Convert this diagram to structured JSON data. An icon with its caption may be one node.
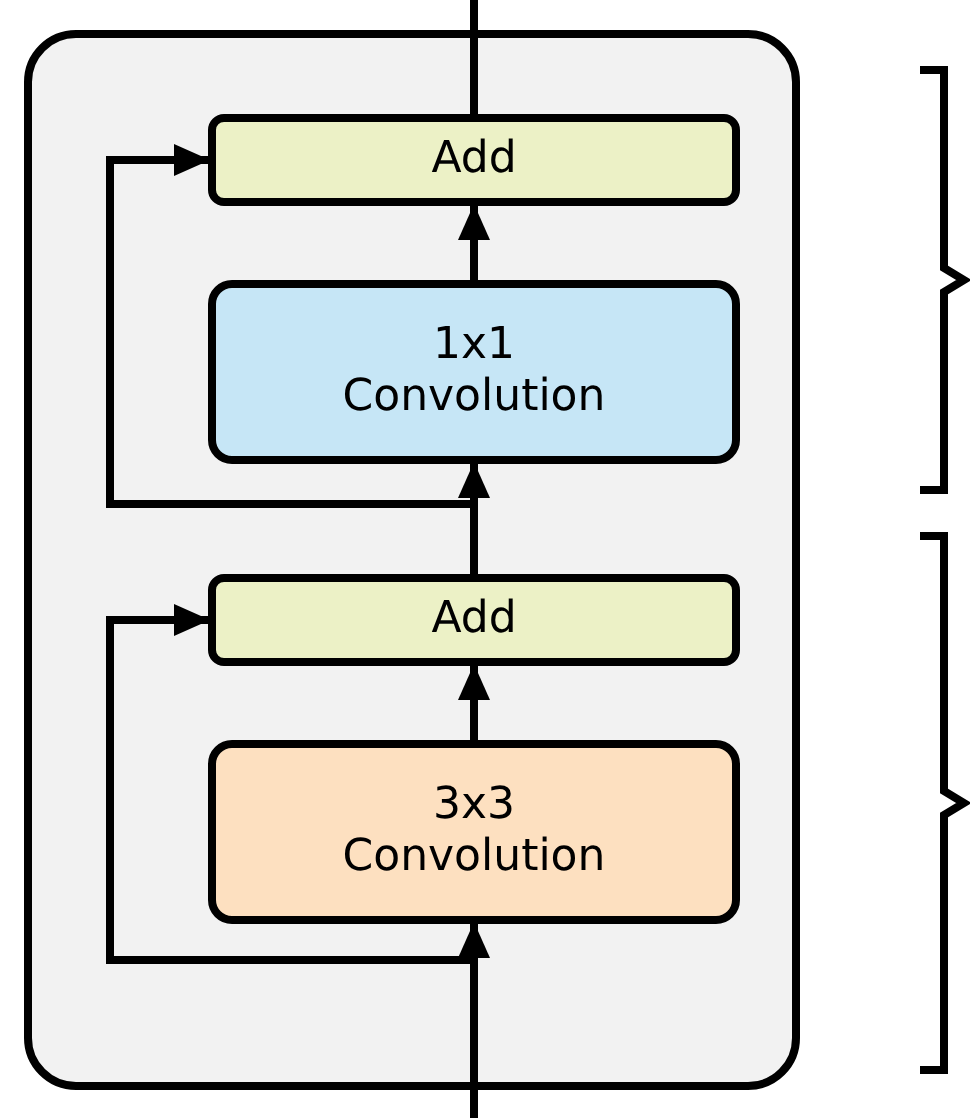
{
  "diagram": {
    "nodes": [
      {
        "text": [],
        "shape": "box"
      },
      {
        "text": [
          "Add"
        ],
        "in": 0
      },
      {
        "text": [
          "1x1 Convolution"
        ],
        "in": 0
      },
      {
        "text": [
          "Add"
        ],
        "in": 0
      },
      {
        "text": [
          "3x3 Convolution"
        ],
        "in": 0
      }
    ],
    "edges": [
      {
        "from": null,
        "to": 4,
        "arrow": "to"
      },
      {
        "from": null,
        "to": 3,
        "arrow": "to"
      },
      {
        "from": 4,
        "to": 3,
        "arrow": "to"
      },
      {
        "from": 3,
        "to": 2,
        "arrow": "to"
      },
      {
        "from": 3,
        "to": 1,
        "arrow": "to"
      },
      {
        "from": 2,
        "to": 1,
        "arrow": "to"
      },
      {
        "from": 1,
        "to": null,
        "arrow": "none"
      }
    ]
  }
}
